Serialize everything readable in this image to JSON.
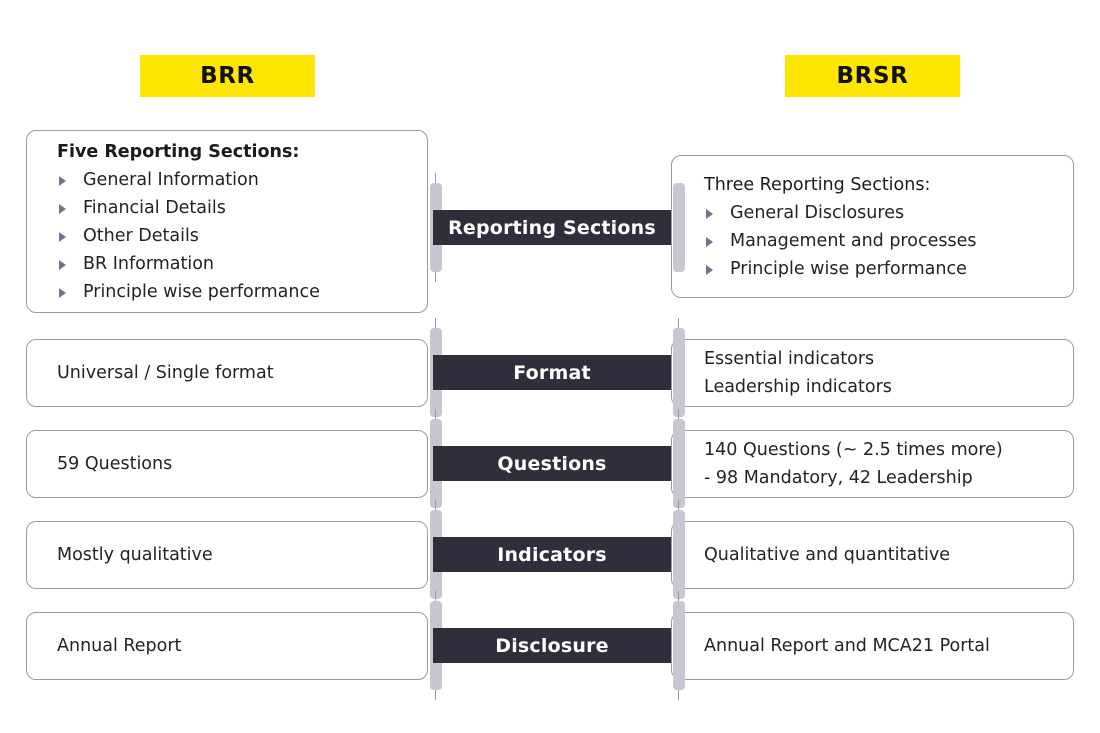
{
  "diagram": {
    "title_left": "BRR",
    "title_right": "BRSR",
    "accent_yellow": "#FFE600",
    "bar_dark": "#2E2F3A",
    "connector_grey": "#C7C7D2",
    "card_border": "#9A9AA4"
  },
  "rows": [
    {
      "label": "Reporting Sections",
      "left": {
        "heading": "Five Reporting Sections:",
        "heading_bold": true,
        "bullets": [
          "General Information",
          "Financial Details",
          "Other Details",
          "BR Information",
          "Principle wise performance"
        ],
        "lines": []
      },
      "right": {
        "heading": "Three Reporting Sections:",
        "heading_bold": false,
        "bullets": [
          "General Disclosures",
          "Management and processes",
          "Principle wise performance"
        ],
        "lines": []
      }
    },
    {
      "label": "Format",
      "left": {
        "heading": "",
        "bullets": [],
        "lines": [
          "Universal / Single format"
        ]
      },
      "right": {
        "heading": "",
        "bullets": [],
        "lines": [
          "Essential indicators",
          "Leadership indicators"
        ]
      }
    },
    {
      "label": "Questions",
      "left": {
        "heading": "",
        "bullets": [],
        "lines": [
          "59 Questions"
        ]
      },
      "right": {
        "heading": "",
        "bullets": [],
        "lines": [
          "140 Questions (~ 2.5 times more)",
          "- 98 Mandatory, 42 Leadership"
        ]
      }
    },
    {
      "label": "Indicators",
      "left": {
        "heading": "",
        "bullets": [],
        "lines": [
          "Mostly qualitative"
        ]
      },
      "right": {
        "heading": "",
        "bullets": [],
        "lines": [
          "Qualitative and quantitative"
        ]
      }
    },
    {
      "label": "Disclosure",
      "left": {
        "heading": "",
        "bullets": [],
        "lines": [
          "Annual Report"
        ]
      },
      "right": {
        "heading": "",
        "bullets": [],
        "lines": [
          "Annual Report and MCA21 Portal"
        ]
      }
    }
  ]
}
